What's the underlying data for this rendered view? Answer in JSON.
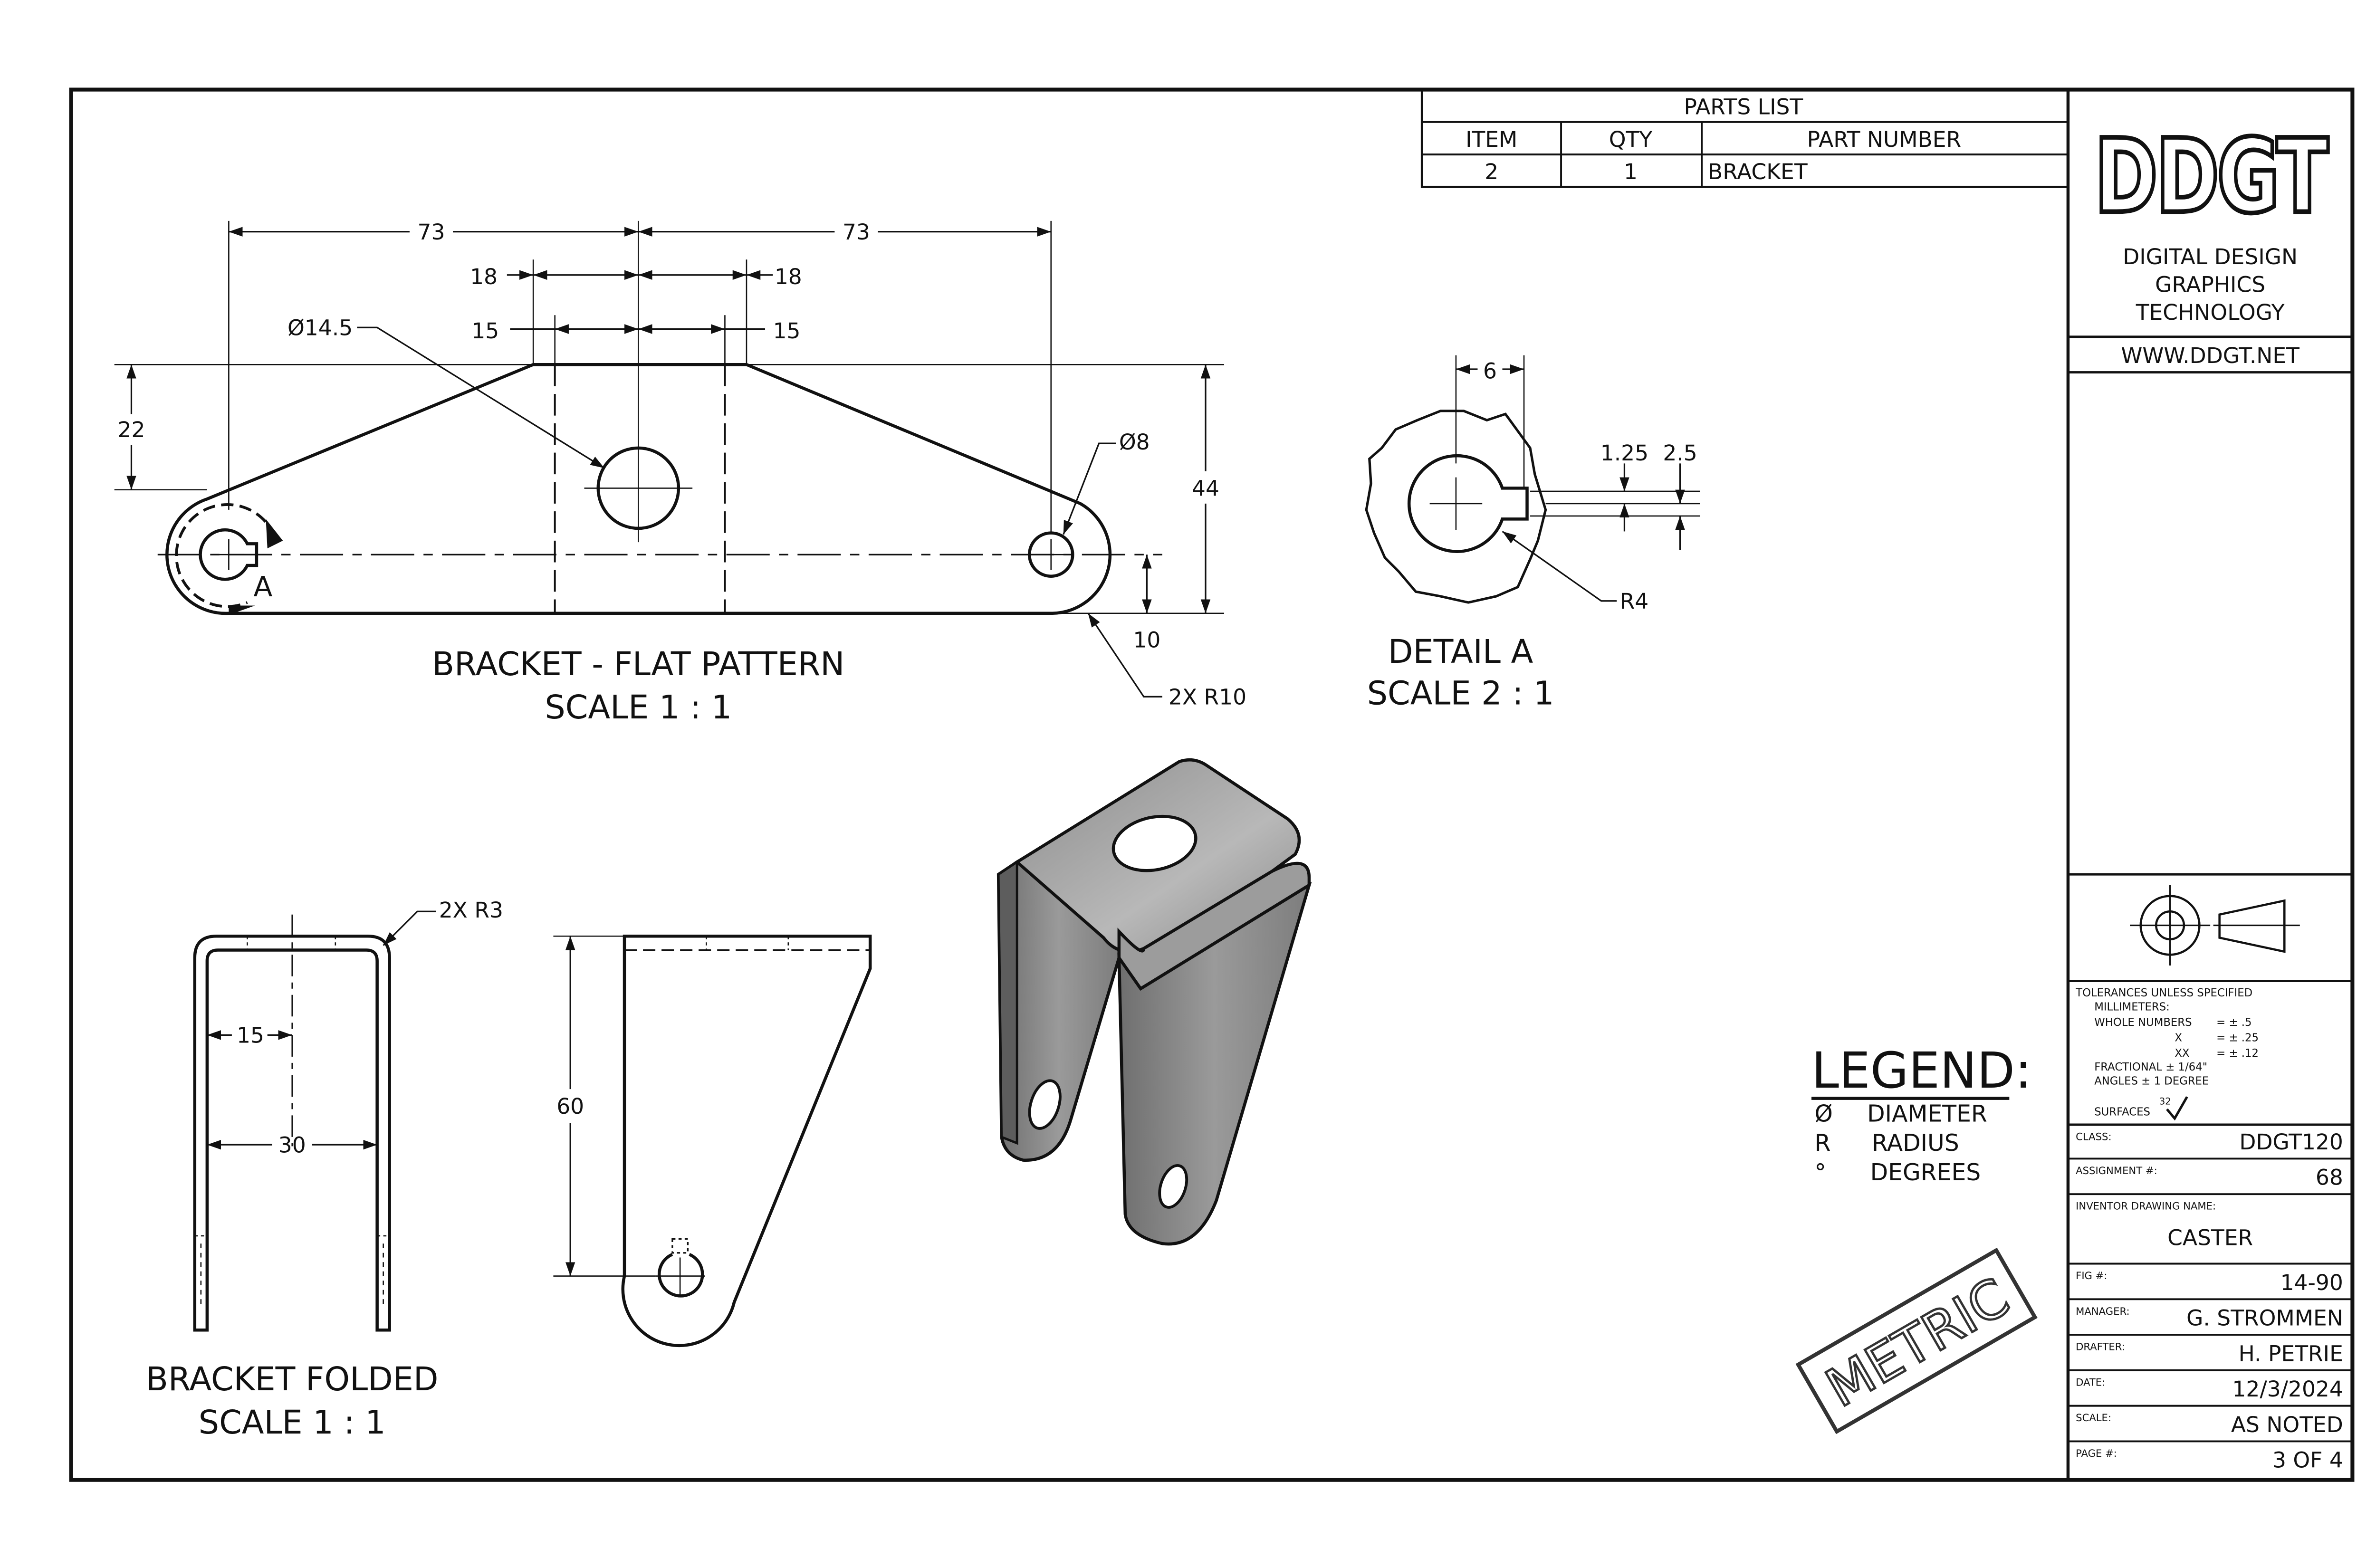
{
  "parts_list": {
    "title": "PARTS LIST",
    "headers": [
      "ITEM",
      "QTY",
      "PART NUMBER"
    ],
    "rows": [
      [
        "2",
        "1",
        "BRACKET"
      ]
    ]
  },
  "logo": {
    "text": "DDGT",
    "name_lines": [
      "DIGITAL DESIGN",
      "GRAPHICS",
      "TECHNOLOGY"
    ],
    "url": "WWW.DDGT.NET"
  },
  "tolerances": {
    "lines": [
      "TOLERANCES UNLESS SPECIFIED",
      "MILLIMETERS:",
      "WHOLE NUMBERS",
      "X",
      "XX",
      "FRACTIONAL ± 1/64\"",
      "ANGLES ± 1 DEGREE",
      "SURFACES"
    ],
    "values": [
      "= ± .5",
      "= ± .25",
      "= ± .12"
    ],
    "surface_value": "32"
  },
  "title_block": [
    {
      "label": "CLASS:",
      "value": "DDGT120"
    },
    {
      "label": "ASSIGNMENT #:",
      "value": "68"
    },
    {
      "label": "INVENTOR DRAWING NAME:",
      "value": "CASTER"
    },
    {
      "label": "FIG #:",
      "value": "14-90"
    },
    {
      "label": "MANAGER:",
      "value": "G. STROMMEN"
    },
    {
      "label": "DRAFTER:",
      "value": "H. PETRIE"
    },
    {
      "label": "DATE:",
      "value": "12/3/2024"
    },
    {
      "label": "SCALE:",
      "value": "AS NOTED"
    },
    {
      "label": "PAGE #:",
      "value": "3 OF 4"
    }
  ],
  "views": {
    "flat_pattern": {
      "title": "BRACKET - FLAT PATTERN",
      "scale": "SCALE 1 : 1",
      "dims": {
        "overall_left": "73",
        "overall_right": "73",
        "hole_left": "18",
        "hole_right": "18",
        "flat_left": "15",
        "flat_right": "15",
        "hole_dia": "Ø14.5",
        "small_hole_dia": "Ø8",
        "height_top": "22",
        "height_total": "44",
        "height_small": "10",
        "radius": "2X R10",
        "detail_label": "A"
      }
    },
    "detail": {
      "title": "DETAIL  A",
      "scale": "SCALE 2 : 1",
      "dims": {
        "width": "6",
        "key_a": "1.25",
        "key_b": "2.5",
        "radius": "R4"
      }
    },
    "folded": {
      "title": "BRACKET FOLDED",
      "scale": "SCALE 1 : 1",
      "dims": {
        "radius": "2X R3",
        "inner": "15",
        "outer": "30",
        "height": "60"
      }
    }
  },
  "legend": {
    "title": "LEGEND:",
    "items": [
      {
        "symbol": "Ø",
        "meaning": "DIAMETER"
      },
      {
        "symbol": "R",
        "meaning": "RADIUS"
      },
      {
        "symbol": "°",
        "meaning": "DEGREES"
      }
    ]
  },
  "stamp": "METRIC"
}
